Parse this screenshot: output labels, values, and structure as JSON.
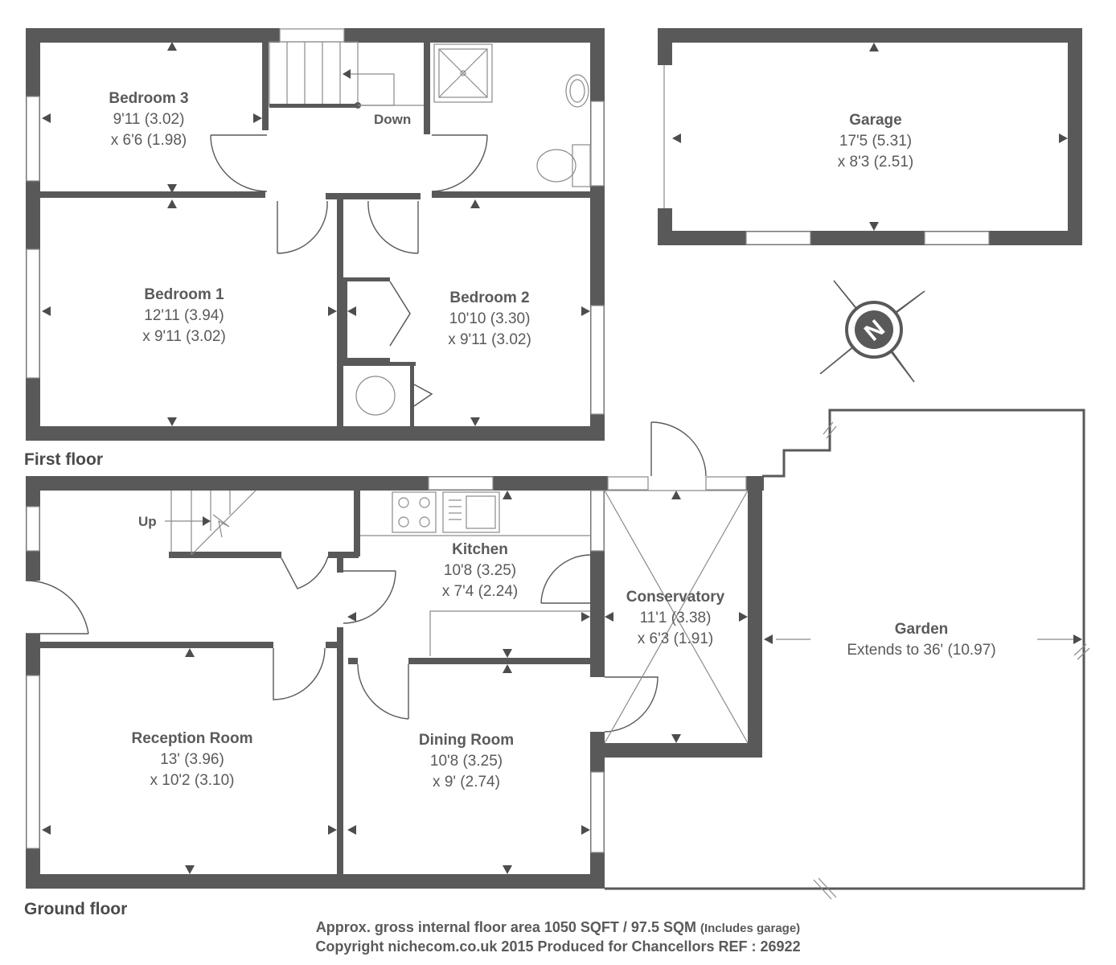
{
  "floors": {
    "first": "First floor",
    "ground": "Ground floor"
  },
  "rooms": {
    "bedroom3": {
      "name": "Bedroom 3",
      "dim1": "9'11 (3.02)",
      "dim2": "x 6'6 (1.98)"
    },
    "bedroom1": {
      "name": "Bedroom 1",
      "dim1": "12'11 (3.94)",
      "dim2": "x 9'11 (3.02)"
    },
    "bedroom2": {
      "name": "Bedroom 2",
      "dim1": "10'10 (3.30)",
      "dim2": "x 9'11 (3.02)"
    },
    "garage": {
      "name": "Garage",
      "dim1": "17'5 (5.31)",
      "dim2": "x 8'3 (2.51)"
    },
    "kitchen": {
      "name": "Kitchen",
      "dim1": "10'8 (3.25)",
      "dim2": "x 7'4 (2.24)"
    },
    "conservatory": {
      "name": "Conservatory",
      "dim1": "11'1 (3.38)",
      "dim2": "x 6'3 (1.91)"
    },
    "garden": {
      "name": "Garden",
      "dim1": "Extends to 36' (10.97)"
    },
    "reception": {
      "name": "Reception Room",
      "dim1": "13' (3.96)",
      "dim2": "x 10'2 (3.10)"
    },
    "dining": {
      "name": "Dining Room",
      "dim1": "10'8 (3.25)",
      "dim2": "x 9' (2.74)"
    }
  },
  "labels": {
    "down": "Down",
    "up": "Up",
    "compass": "N"
  },
  "footer": {
    "area": "Approx. gross internal floor area 1050 SQFT / 97.5 SQM",
    "area_note": "(Includes garage)",
    "copyright": "Copyright nichecom.co.uk 2015 Produced for Chancellors REF : 26922"
  },
  "colors": {
    "wall": "#595959",
    "text": "#5a5a5a"
  }
}
